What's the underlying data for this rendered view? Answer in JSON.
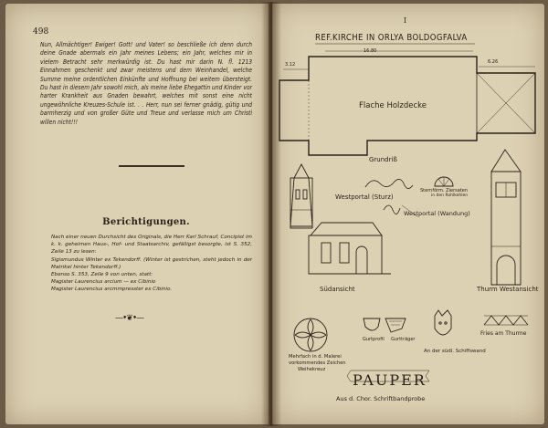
{
  "left_page": {
    "page_number": "498",
    "prose": [
      "Nun, Allmächtiger! Ewiger! Gott! und Vater! so beschließe ich denn durch deine Gnade abermals ein Jahr meines Lebens; ein Jahr, welches mir in vielem Betracht sehr merkwürdig ist. Du hast mir darin N. fl. 1213 Einnahmen geschenkt und zwar meistens und dem Weinhandel, welche Summe meine ordentlichen Einkünfte und Hoffnung bei weitem übersteigt. Du hast in diesem Jahr sowohl mich, als meine liebe Ehegattin und Kinder vor harter Krankheit aus Gnaden bewahrt, welches mit sonst eine nicht ungewöhnliche Kreuzes-Schule ist. . . Herr, nun sei ferner gnädig, gütig und barmherzig und von großer Güte und Treue und verlasse mich um Christi willen nicht!!!"
    ],
    "corrections_heading": "Berichtigungen.",
    "corrections": [
      "Nach einer neuen Durchsicht des Originals, die Herr Karl Schrauf, Concipist im k. k. geheimen Haus-, Hof- und Staatsarchiv, gefälligst besorgte, ist S. 352, Zeile 13 zu lesen:",
      "Sigismundus Winter ex Tekendorff. (Winter ist gestrichen, steht jedoch in der Matrikel hinter Tekendorff.)",
      "Ebenso S. 353, Zeile 9 von unten, statt:",
      "Magister Laurencius arcium — ex Cibinio",
      "Magister Laurencius arcmmpresster ex Cibinio."
    ],
    "ornament": "—•❦•—"
  },
  "right_page": {
    "plate_number": "I",
    "title": "REF.KIRCHE IN ORLYA BOLDOGFALVA",
    "labels": {
      "ceiling": "Flache Holzdecke",
      "groundplan": "Grundriß",
      "west_portal_lintel": "Westportal (Sturz)",
      "star_ornament": "Sternförm. Ziersaten",
      "star_ornament_2": "in den Rohlkehlen",
      "west_portal_wall": "Westportal (Wandung)",
      "south_view": "Südansicht",
      "tower_west_view": "Thurm Westansicht",
      "cornice_profile": "Gurtprofil",
      "cornice_bracket": "Gurtträger",
      "frieze": "Fries am Thurme",
      "wall_mask": "An der südl. Schiffswand",
      "painted_cross_1": "Mehrfach in d. Malerei",
      "painted_cross_2": "vorkommendes Zeichen",
      "painted_cross_3": "Weihekreuz",
      "inscription": "PAUPER",
      "inscription_caption": "Aus d. Chor. Schriftbandprobe",
      "dim_top": "16.80",
      "dim_left": "3.12",
      "dim_right": "6.26"
    }
  },
  "colors": {
    "paper": "#ddd1b4",
    "ink": "#2a2219",
    "background": "#6b5a45"
  }
}
